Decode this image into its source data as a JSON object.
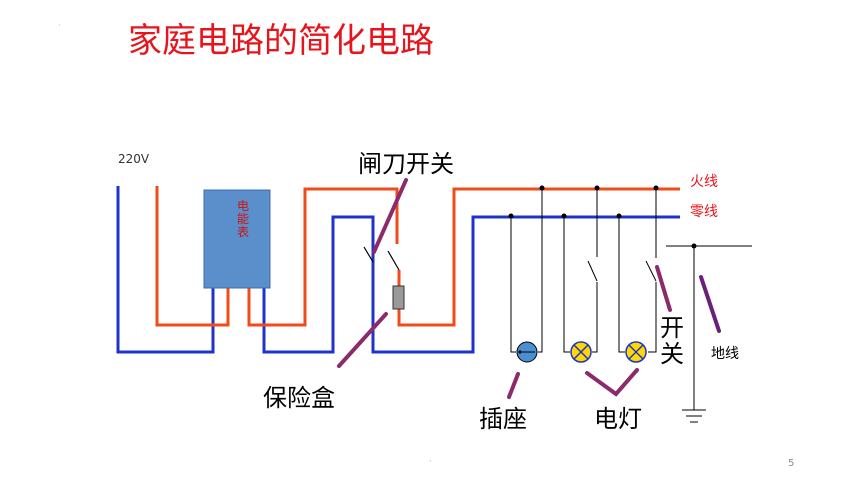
{
  "slide": {
    "title": "家庭电路的简化电路",
    "page_number": "5",
    "colors": {
      "title": "#e8141b",
      "live_wire": "#f24b1a",
      "neutral_wire": "#1f33cc",
      "meter_fill": "#5b8fcc",
      "pointer": "#8b2a6c",
      "ground_pointer": "#6a1f7a",
      "lamp_fill": "#ffd800",
      "socket_fill": "#4a8fd0",
      "ground_wire": "#000000"
    }
  },
  "diagram": {
    "voltage_label": "220V",
    "meter_label": "电能表",
    "knife_switch_label": "闸刀开关",
    "fuse_box_label": "保险盒",
    "live_wire_label": "火线",
    "neutral_wire_label": "零线",
    "socket_label": "插座",
    "lamp_label": "电灯",
    "switch_label": "开关",
    "ground_wire_label": "地线"
  }
}
